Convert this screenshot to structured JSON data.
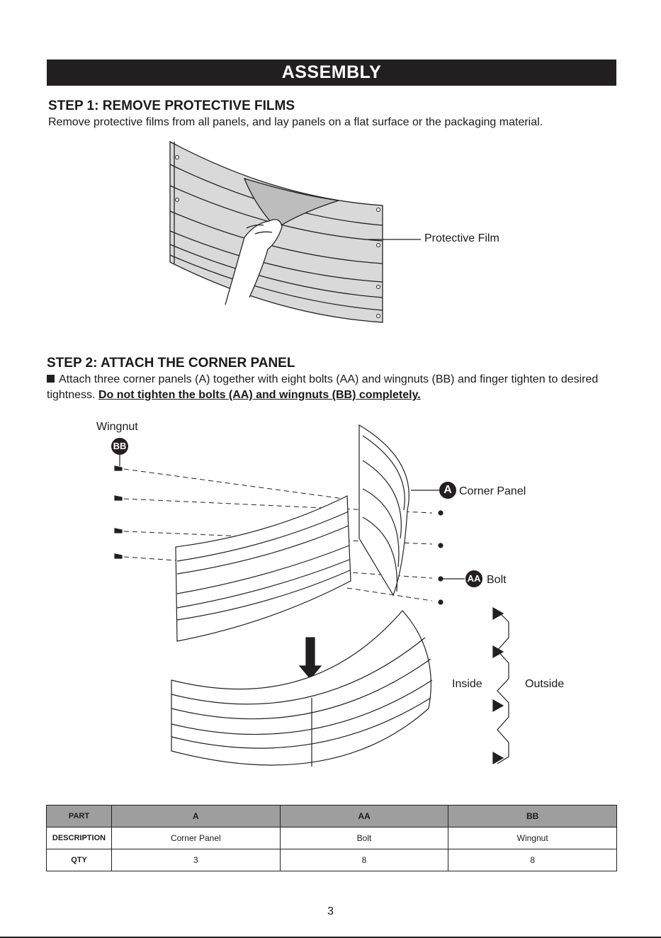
{
  "banner": "ASSEMBLY",
  "step1": {
    "title": "STEP 1: REMOVE PROTECTIVE FILMS",
    "text": "Remove protective films from all panels, and lay panels on a flat surface or the packaging material.",
    "callout": "Protective Film"
  },
  "step2": {
    "title": "STEP 2: ATTACH THE CORNER PANEL",
    "text": "Attach three corner panels (A) together with eight bolts (AA) and wingnuts (BB) and finger tighten to desired tightness.",
    "warning": "Do not tighten the bolts (AA) and wingnuts (BB) completely."
  },
  "diagram": {
    "wingnut_label": "Wingnut",
    "wingnut_code": "BB",
    "corner_code": "A",
    "corner_label": "Corner Panel",
    "bolt_code": "AA",
    "bolt_label": "Bolt",
    "inside_label": "Inside",
    "outside_label": "Outside"
  },
  "table": {
    "header": [
      "PART",
      "A",
      "AA",
      "BB"
    ],
    "rows": [
      [
        "DESCRIPTION",
        "Corner Panel",
        "Bolt",
        "Wingnut"
      ],
      [
        "QTY",
        "3",
        "8",
        "8"
      ]
    ]
  },
  "page_number": "3"
}
